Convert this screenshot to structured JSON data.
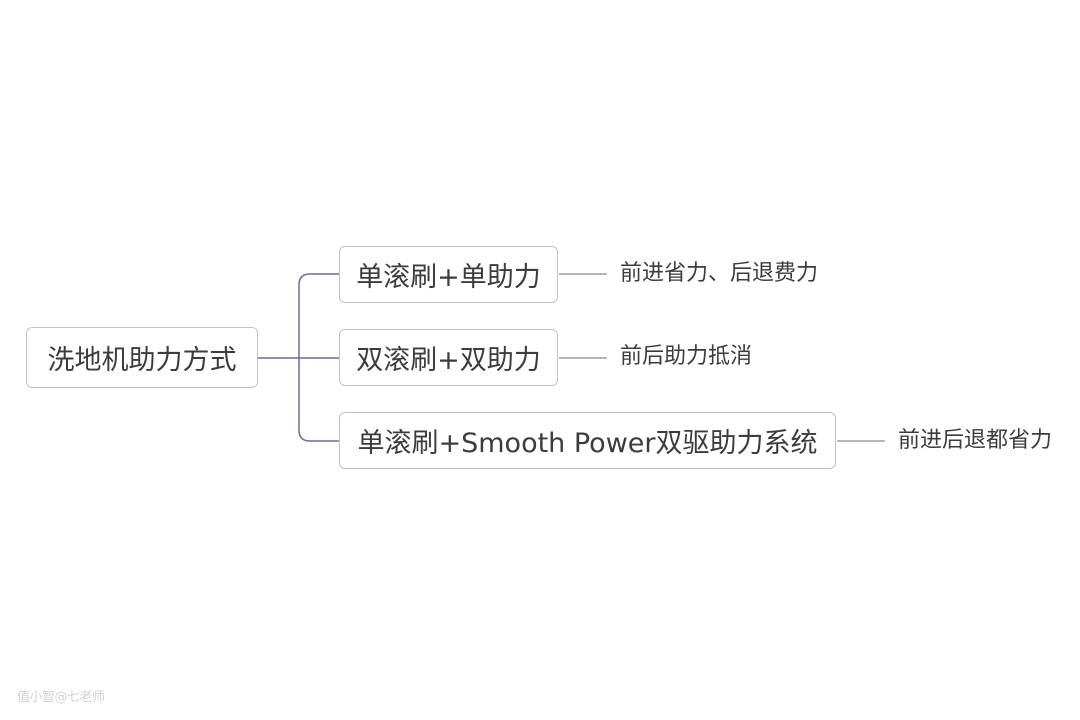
{
  "root": {
    "label": "洗地机助力方式"
  },
  "branches": [
    {
      "label": "单滚刷+单助力",
      "note": "前进省力、后退费力"
    },
    {
      "label": "双滚刷+双助力",
      "note": "前后助力抵消"
    },
    {
      "label": "单滚刷+Smooth Power双驱助力系统",
      "note": "前进后退都省力"
    }
  ],
  "watermark": "值小智@七老师",
  "colors": {
    "connector": "#6e6a9c",
    "leaf_line": "#8a8a8e",
    "node_border": "#c2c2c6",
    "text": "#3c3c3c"
  }
}
